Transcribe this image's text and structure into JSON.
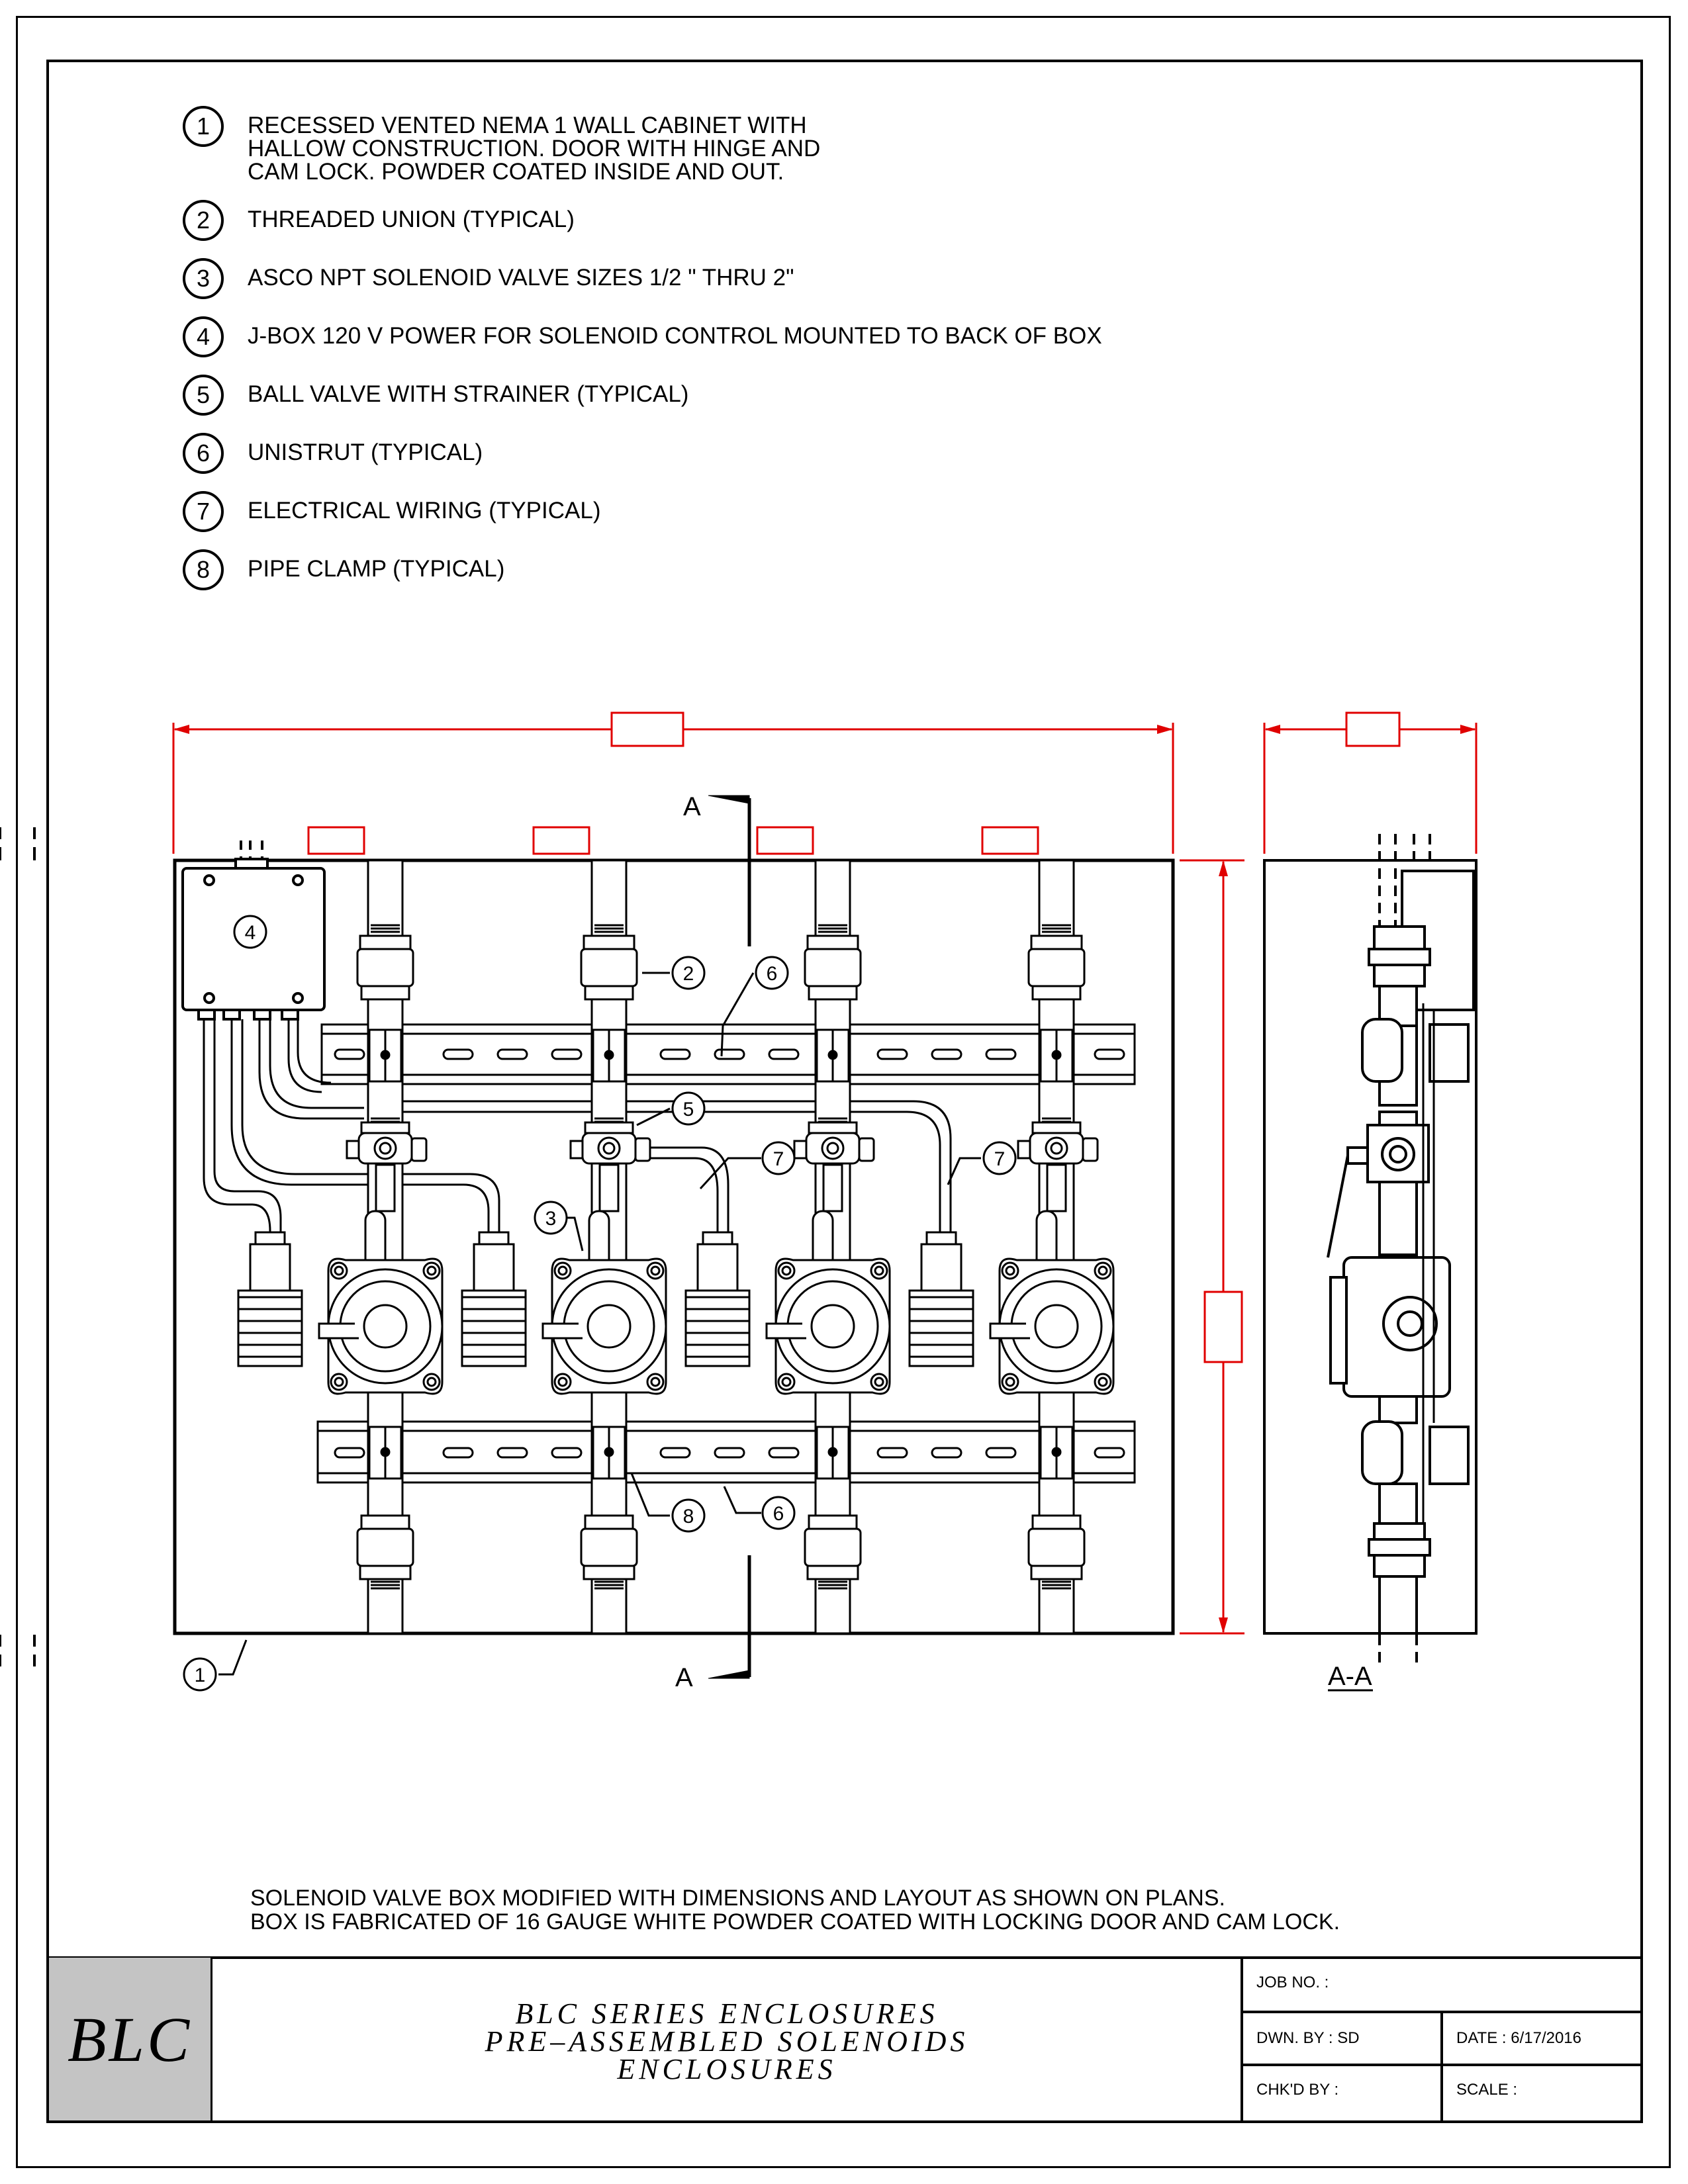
{
  "notes": [
    {
      "num": "1",
      "text": "RECESSED VENTED NEMA 1 WALL CABINET WITH\nHALLOW CONSTRUCTION. DOOR WITH HINGE AND\nCAM LOCK. POWDER COATED INSIDE AND OUT."
    },
    {
      "num": "2",
      "text": "THREADED UNION (TYPICAL)"
    },
    {
      "num": "3",
      "text": "ASCO NPT SOLENOID VALVE SIZES 1/2 \" THRU 2\""
    },
    {
      "num": "4",
      "text": "J-BOX 120 V POWER FOR SOLENOID CONTROL MOUNTED TO BACK OF BOX"
    },
    {
      "num": "5",
      "text": "BALL VALVE WITH STRAINER (TYPICAL)"
    },
    {
      "num": "6",
      "text": "UNISTRUT (TYPICAL)"
    },
    {
      "num": "7",
      "text": "ELECTRICAL WIRING (TYPICAL)"
    },
    {
      "num": "8",
      "text": "PIPE CLAMP (TYPICAL)"
    }
  ],
  "drawing": {
    "callouts": {
      "c1": "1",
      "c2": "2",
      "c3": "3",
      "c4": "4",
      "c5": "5",
      "c6a": "6",
      "c6b": "6",
      "c7a": "7",
      "c7b": "7",
      "c8": "8"
    },
    "section_mark_top": "A",
    "section_mark_bottom": "A",
    "section_label": "A-A",
    "colors": {
      "dimension": "#e00000",
      "line": "#000000"
    }
  },
  "plan_note": "SOLENOID VALVE BOX MODIFIED WITH DIMENSIONS AND LAYOUT AS SHOWN ON PLANS.\nBOX IS FABRICATED OF 16 GAUGE WHITE POWDER COATED WITH LOCKING DOOR AND CAM LOCK.",
  "title_block": {
    "logo": "BLC",
    "title_line1": "BLC  SERIES  ENCLOSURES",
    "title_line2": "PRE–ASSEMBLED  SOLENOIDS",
    "title_line3": "ENCLOSURES",
    "job_no": "JOB NO. :",
    "drawn_by": "DWN. BY :   SD",
    "date": "DATE : 6/17/2016",
    "checked_by": "CHK'D BY :",
    "scale": "SCALE :"
  }
}
